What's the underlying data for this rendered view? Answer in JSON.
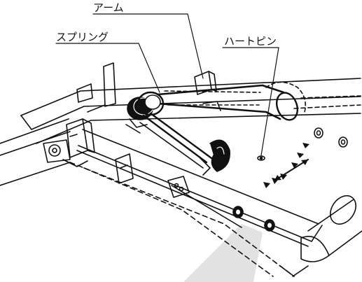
{
  "labels": {
    "arm": "アーム",
    "spring": "スプリング",
    "heart_pin": "ハートピン"
  },
  "colors": {
    "ink": "#111111",
    "ground_shadow": "#e2e2e2",
    "background": "#ffffff"
  }
}
